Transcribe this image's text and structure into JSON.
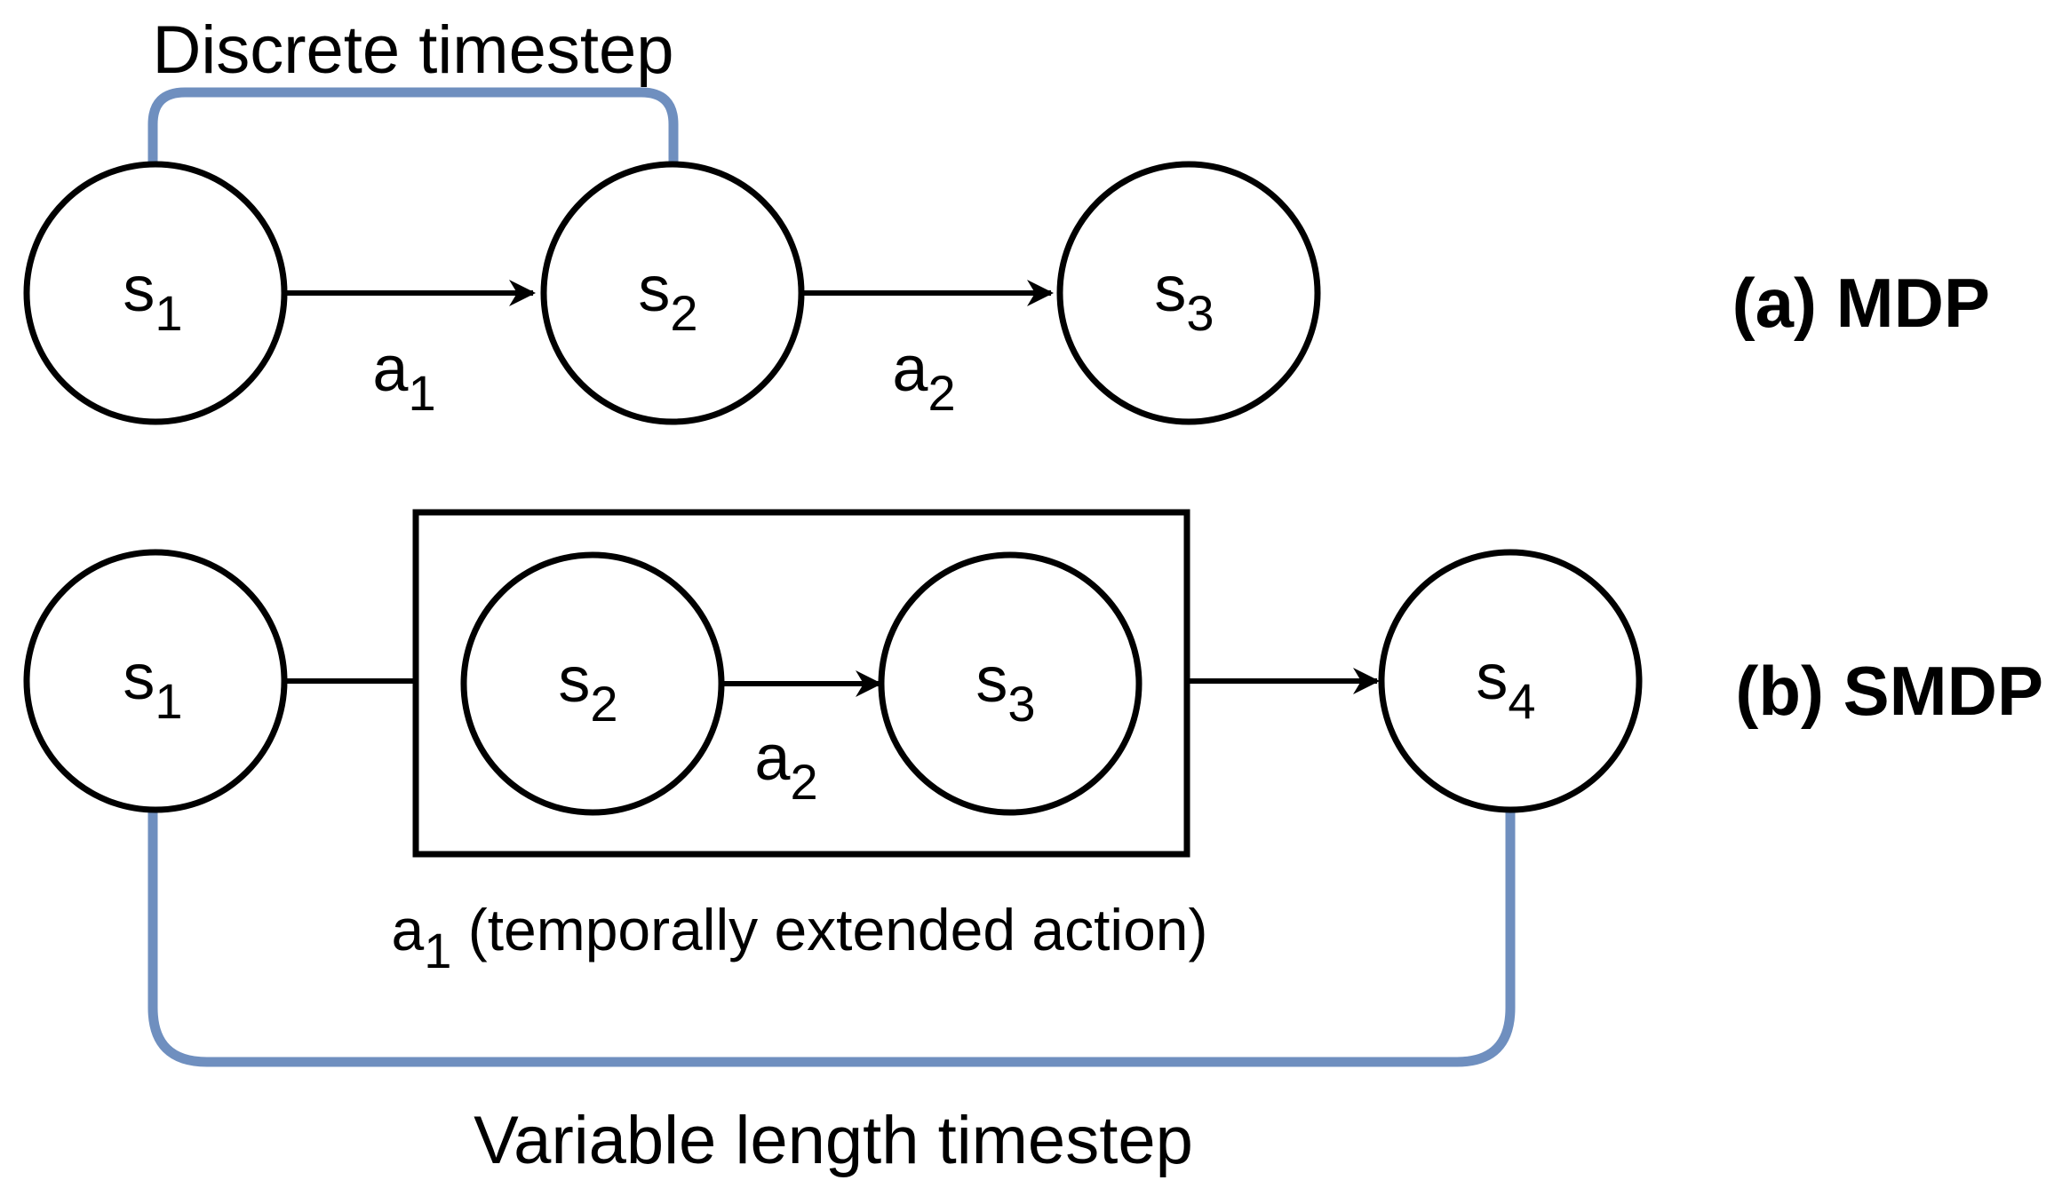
{
  "panel_a": {
    "title": "(a) MDP",
    "brace_label": "Discrete timestep",
    "states": [
      {
        "base": "s",
        "sub": "1"
      },
      {
        "base": "s",
        "sub": "2"
      },
      {
        "base": "s",
        "sub": "3"
      }
    ],
    "actions": [
      {
        "base": "a",
        "sub": "1"
      },
      {
        "base": "a",
        "sub": "2"
      }
    ]
  },
  "panel_b": {
    "title": "(b) SMDP",
    "brace_label": "Variable length timestep",
    "states": [
      {
        "base": "s",
        "sub": "1"
      },
      {
        "base": "s",
        "sub": "2"
      },
      {
        "base": "s",
        "sub": "3"
      },
      {
        "base": "s",
        "sub": "4"
      }
    ],
    "inner_action": {
      "base": "a",
      "sub": "2"
    },
    "extended_action": {
      "base": "a",
      "sub": "1",
      "text": " (temporally extended action)"
    }
  },
  "colors": {
    "brace": "#6f8fbf",
    "stroke": "#000000"
  }
}
